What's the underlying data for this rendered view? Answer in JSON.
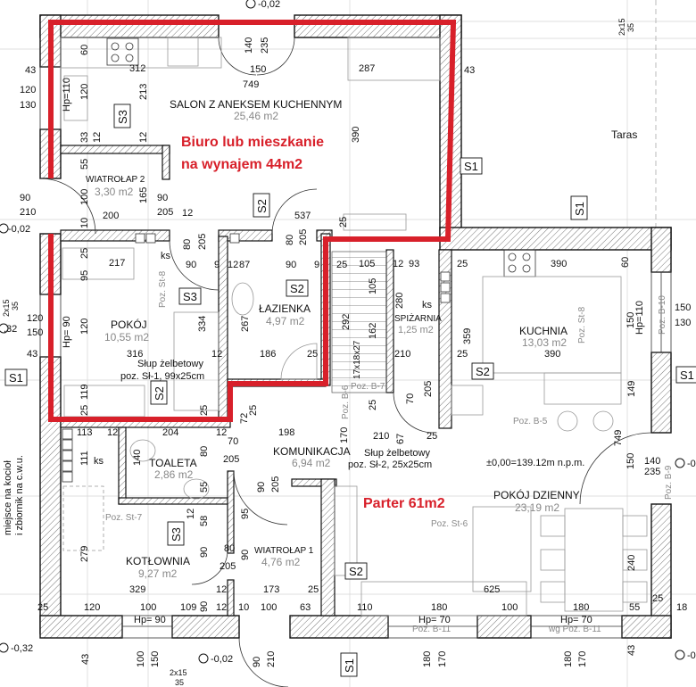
{
  "rooms": {
    "salon": {
      "name": "SALON Z ANEKSEM KUCHENNYM",
      "area": "25,46 m2"
    },
    "wiatrolap2": {
      "name": "WIATROŁAP 2",
      "area": "3,30 m2"
    },
    "pokoj": {
      "name": "POKÓJ",
      "area": "10,55 m2"
    },
    "lazienka": {
      "name": "ŁAZIENKA",
      "area": "4,97 m2"
    },
    "spizarnia": {
      "name": "SPIŻARNIA",
      "area": "1,25 m2"
    },
    "kuchnia": {
      "name": "KUCHNIA",
      "area": "13,03 m2"
    },
    "komunikacja": {
      "name": "KOMUNIKACJA",
      "area": "6,94 m2"
    },
    "toaleta": {
      "name": "TOALETA",
      "area": "2,86 m2"
    },
    "pokoj_dzienny": {
      "name": "POKÓJ DZIENNY",
      "area": "23,19 m2"
    },
    "kotlownia": {
      "name": "KOTŁOWNIA",
      "area": "9,27 m2"
    },
    "wiatrolap1": {
      "name": "WIATROŁAP 1",
      "area": "4,76 m2"
    },
    "taras": {
      "name": "Taras"
    }
  },
  "highlight": {
    "line1": "Biuro lub mieszkanie",
    "line2": "na wynajem 44m2",
    "parter": "Parter 61m2"
  },
  "notes": {
    "slup1_a": "Słup żelbetowy",
    "slup1_b": "poz. Sł-1, 99x25cm",
    "slup2_a": "Słup żelbetowy",
    "slup2_b": "poz. Sł-2, 25x25cm",
    "level_ref": "±0,00=139.12m n.p.m.",
    "boiler_a": "miejsce na kocioł",
    "boiler_b": "i zbiornik na c.w.u.",
    "ks1": "ks",
    "ks2": "ks",
    "ks3": "ks",
    "stairs": "17x18x27",
    "terrace_step_a": "2x15",
    "terrace_step_b": "35",
    "entry_step_a": "2x15",
    "entry_step_b": "35",
    "side_step_a": "2x15",
    "side_step_b": "35"
  },
  "sections": [
    "S3",
    "S2",
    "S1",
    "S1",
    "S3",
    "S2",
    "S2",
    "S2",
    "S1",
    "S1",
    "S3",
    "S2",
    "S1"
  ],
  "levels": [
    "-0,02",
    "-0,02",
    ",32",
    "-0,32",
    "-0,02",
    "-0,0",
    "-0,0"
  ],
  "poz": [
    "Poz. St-8",
    "Poz. St-8",
    "Poz. St-7",
    "Poz. St-6",
    "Poz. B-5",
    "Poz. B-6",
    "Poz. B-7",
    "Poz. B-10",
    "Poz. B-9",
    "Poz. B-11",
    "wg Poz. B-11"
  ],
  "hp": [
    "Hp=110",
    "Hp= 90",
    "Hp=110",
    "Hp= 90",
    "Hp= 70",
    "Hp= 70"
  ],
  "dimensions": [
    "60",
    "312",
    "140",
    "235",
    "150",
    "287",
    "749",
    "43",
    "120",
    "130",
    "120",
    "213",
    "390",
    "33",
    "12",
    "12",
    "55",
    "90",
    "210",
    "100",
    "165",
    "90",
    "205",
    "12",
    "200",
    "10",
    "537",
    "80",
    "205",
    "25",
    "43",
    "25",
    "217",
    "95",
    "90",
    "9",
    "12",
    "87",
    "90",
    "9",
    "25",
    "80",
    "205",
    "120",
    "316",
    "334",
    "267",
    "12",
    "186",
    "25",
    "292",
    "119",
    "25",
    "25",
    "72",
    "25",
    "120",
    "150",
    "43",
    "105",
    "12",
    "93",
    "105",
    "25",
    "390",
    "60",
    "280",
    "162",
    "210",
    "25",
    "359",
    "390",
    "150",
    "150",
    "130",
    "149",
    "205",
    "70",
    "25",
    "210",
    "67",
    "25",
    "170",
    "749",
    "113",
    "12",
    "111",
    "140",
    "204",
    "12",
    "198",
    "70",
    "205",
    "80",
    "55",
    "90",
    "205",
    "12",
    "58",
    "95",
    "279",
    "90",
    "80",
    "205",
    "90",
    "329",
    "12",
    "173",
    "25",
    "25",
    "120",
    "100",
    "109",
    "90",
    "12",
    "10",
    "100",
    "63",
    "100",
    "150",
    "43",
    "90",
    "210",
    "110",
    "180",
    "100",
    "180",
    "55",
    "25",
    "18",
    "625",
    "240",
    "180",
    "170",
    "180",
    "170",
    "43",
    "150",
    "140",
    "235"
  ],
  "colors": {
    "highlight": "#d8202a",
    "wall_outline": "#111111"
  }
}
